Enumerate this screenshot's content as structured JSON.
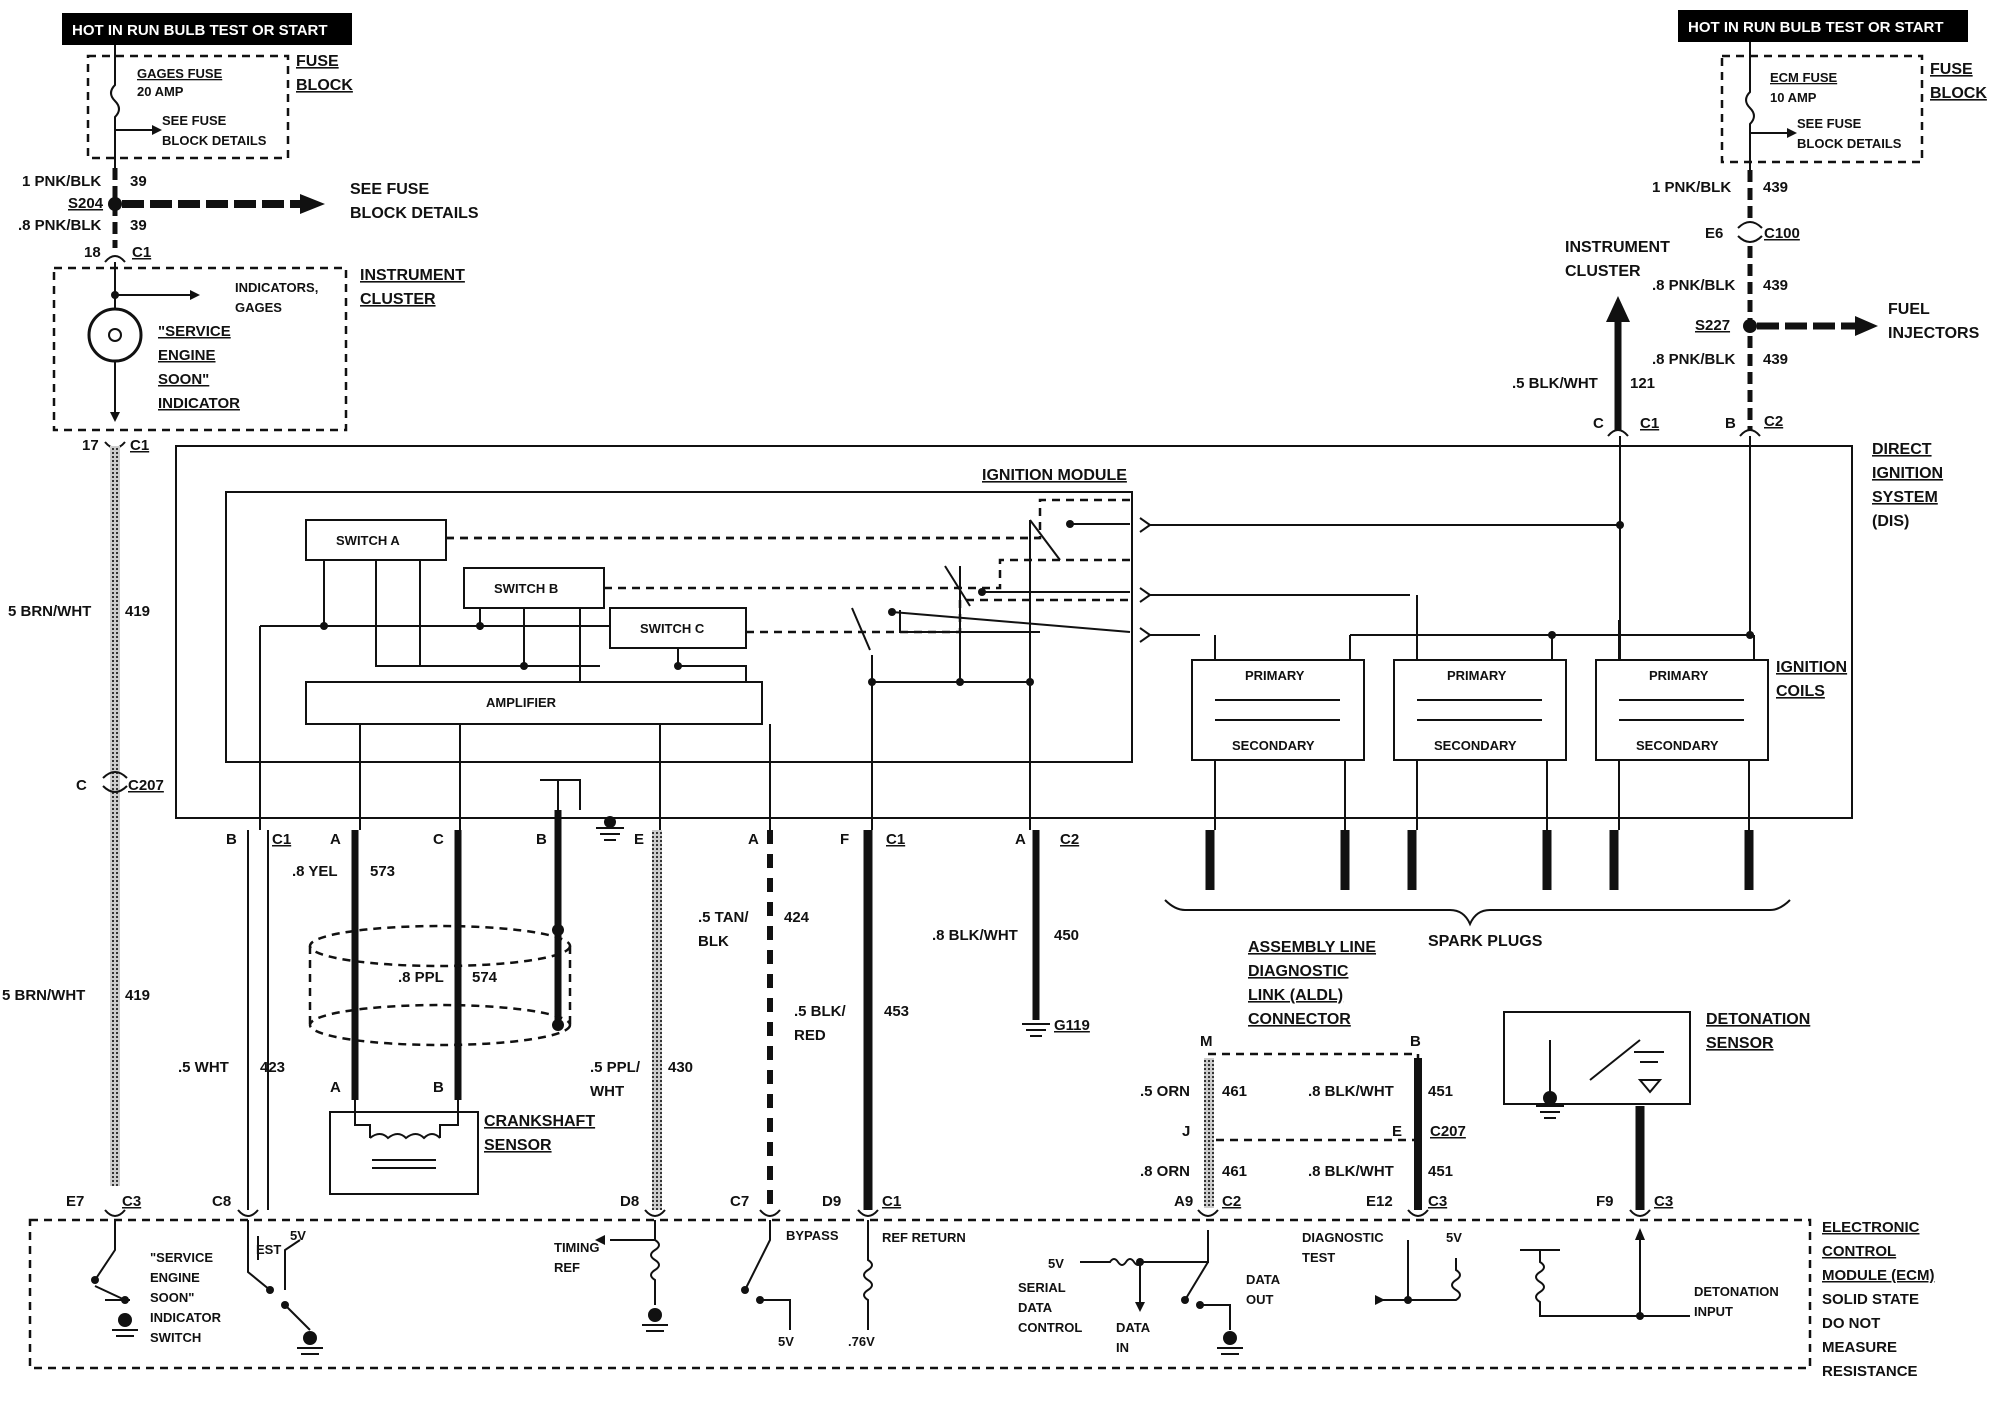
{
  "hot_banner_left": "HOT IN RUN BULB TEST OR START",
  "hot_banner_right": "HOT IN RUN BULB TEST OR START",
  "gages_fuse": {
    "name": "GAGES FUSE",
    "rating": "20 AMP",
    "see1": "SEE FUSE",
    "see2": "BLOCK DETAILS"
  },
  "ecm_fuse": {
    "name": "ECM FUSE",
    "rating": "10 AMP",
    "see1": "SEE FUSE",
    "see2": "BLOCK DETAILS"
  },
  "fuse_block_left": [
    "FUSE",
    "BLOCK"
  ],
  "fuse_block_right": [
    "FUSE",
    "BLOCK"
  ],
  "splice_left": {
    "wire_top": "1 PNK/BLK",
    "circ_top": "39",
    "splice": "S204",
    "wire_bot": ".8 PNK/BLK",
    "circ_bot": "39",
    "see1": "SEE FUSE",
    "see2": "BLOCK DETAILS"
  },
  "cluster_left": {
    "pin_top": "18",
    "conn_top": "C1",
    "indicators1": "INDICATORS,",
    "indicators2": "GAGES",
    "label1": "INSTRUMENT",
    "label2": "CLUSTER",
    "ses": [
      "\"SERVICE",
      "ENGINE",
      "SOON\"",
      "INDICATOR"
    ],
    "pin_bot": "17",
    "conn_bot": "C1"
  },
  "brn_wire": {
    "wire1": "5 BRN/WHT",
    "circ1": "419",
    "conn_c": "C",
    "c207": "C207",
    "wire2": "5 BRN/WHT",
    "circ2": "419"
  },
  "right_top": {
    "wire1": "1 PNK/BLK",
    "circ1": "439",
    "e6": "E6",
    "c100": "C100",
    "cluster1": "INSTRUMENT",
    "cluster2": "CLUSTER",
    "wire2": ".8 PNK/BLK",
    "circ2": "439",
    "s227": "S227",
    "fuel1": "FUEL",
    "fuel2": "INJECTORS",
    "wire3": ".8 PNK/BLK",
    "circ3": "439",
    "wire4": ".5 BLK/WHT",
    "circ4": "121",
    "c_pin": "C",
    "c1": "C1",
    "b_pin": "B",
    "c2": "C2"
  },
  "dis": {
    "label": [
      "DIRECT",
      "IGNITION",
      "SYSTEM",
      "(DIS)"
    ],
    "module": "IGNITION MODULE",
    "switch_a": "SWITCH A",
    "switch_b": "SWITCH B",
    "switch_c": "SWITCH C",
    "amplifier": "AMPLIFIER",
    "primary": "PRIMARY",
    "secondary": "SECONDARY",
    "coils": [
      "IGNITION",
      "COILS"
    ],
    "spark_plugs": "SPARK PLUGS"
  },
  "bottom_conn": {
    "b": "B",
    "c1a": "C1",
    "a": "A",
    "c": "C",
    "b2": "B",
    "e": "E",
    "a2": "A",
    "f": "F",
    "c1b": "C1",
    "a3": "A",
    "c2": "C2"
  },
  "wires": {
    "yel": ".8 YEL",
    "c573": "573",
    "ppl": ".8 PPL",
    "c574": "574",
    "wht": ".5 WHT",
    "c423": "423",
    "pplwht1": ".5 PPL/",
    "pplwht2": "WHT",
    "c430": "430",
    "tan1": ".5 TAN/",
    "tan2": "BLK",
    "c424": "424",
    "blkred1": ".5 BLK/",
    "blkred2": "RED",
    "c453": "453",
    "blkwht": ".8 BLK/WHT",
    "c450": "450",
    "g119": "G119"
  },
  "crank": {
    "a": "A",
    "b": "B",
    "label1": "CRANKSHAFT",
    "label2": "SENSOR"
  },
  "aldl": {
    "label": [
      "ASSEMBLY LINE",
      "DIAGNOSTIC",
      "LINK (ALDL)",
      "CONNECTOR"
    ],
    "m": "M",
    "b": "B",
    "orn1": ".5 ORN",
    "c461a": "461",
    "bw1": ".8 BLK/WHT",
    "c451a": "451",
    "j": "J",
    "e": "E",
    "c207": "C207",
    "orn2": ".8 ORN",
    "c461b": "461",
    "bw2": ".8 BLK/WHT",
    "c451b": "451",
    "a9": "A9",
    "c2": "C2",
    "e12": "E12",
    "c3": "C3"
  },
  "det": {
    "label1": "DETONATION",
    "label2": "SENSOR",
    "f9": "F9",
    "c3": "C3"
  },
  "ecm_pins": {
    "e7": "E7",
    "c3": "C3",
    "c8": "C8",
    "d8": "D8",
    "c7": "C7",
    "d9": "D9",
    "c1": "C1"
  },
  "ecm": {
    "ses": [
      "\"SERVICE",
      "ENGINE",
      "SOON\"",
      "INDICATOR",
      "SWITCH"
    ],
    "est": "EST",
    "v5a": "5V",
    "timing1": "TIMING",
    "timing2": "REF",
    "bypass": "BYPASS",
    "v5b": "5V",
    "ref_return": "REF RETURN",
    "v76": ".76V",
    "v5c": "5V",
    "serial": [
      "SERIAL",
      "DATA",
      "CONTROL"
    ],
    "data_in1": "DATA",
    "data_in2": "IN",
    "data_out1": "DATA",
    "data_out2": "OUT",
    "diag1": "DIAGNOSTIC",
    "diag2": "TEST",
    "v5d": "5V",
    "det1": "DETONATION",
    "det2": "INPUT",
    "label": [
      "ELECTRONIC",
      "CONTROL",
      "MODULE (ECM)",
      "SOLID STATE",
      "DO NOT",
      "MEASURE",
      "RESISTANCE"
    ]
  }
}
